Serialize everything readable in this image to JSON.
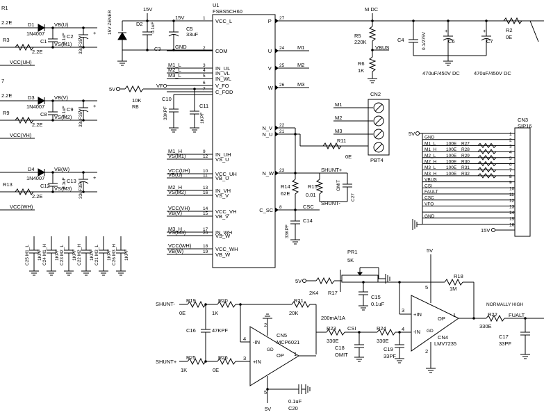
{
  "u1": {
    "ref": "U1",
    "part": "FSBS5CH60",
    "left_pins": [
      {
        "num": "1",
        "name": "VCC_L",
        "net": ""
      },
      {
        "num": "2",
        "name": "COM",
        "net": "GND"
      },
      {
        "num": "3",
        "name": "IN_UL",
        "net": "M1_L"
      },
      {
        "num": "4",
        "name": "IN_VL",
        "net": "M2_L"
      },
      {
        "num": "5",
        "name": "IN_WL",
        "net": "M3_L"
      },
      {
        "num": "6",
        "name": "V_FO",
        "net": "VFO"
      },
      {
        "num": "7",
        "name": "C_FOD",
        "net": ""
      },
      {
        "num": "9",
        "name": "IN_UH",
        "net": "M1_H"
      },
      {
        "num": "12",
        "name": "VS_U",
        "net": "VS(M1)"
      },
      {
        "num": "10",
        "name": "VCC_UH",
        "net": "VCC(UH)"
      },
      {
        "num": "11",
        "name": "VB_U",
        "net": "VB(U)"
      },
      {
        "num": "13",
        "name": "IN_VH",
        "net": "M2_H"
      },
      {
        "num": "16",
        "name": "VS_V",
        "net": "VS(M2)"
      },
      {
        "num": "14",
        "name": "VCC_VH",
        "net": "VCC(VH)"
      },
      {
        "num": "15",
        "name": "VB_V",
        "net": "VB(V)"
      },
      {
        "num": "17",
        "name": "IN_WH",
        "net": "M3_H"
      },
      {
        "num": "20",
        "name": "VS_W",
        "net": "VS(M3)"
      },
      {
        "num": "18",
        "name": "VCC_WH",
        "net": "VCC(WH)"
      },
      {
        "num": "19",
        "name": "VB_W",
        "net": "VB(W)"
      }
    ],
    "right_pins": [
      {
        "num": "27",
        "name": "P",
        "net": ""
      },
      {
        "num": "24",
        "name": "U",
        "net": "M1"
      },
      {
        "num": "25",
        "name": "V",
        "net": "M2"
      },
      {
        "num": "26",
        "name": "W",
        "net": "M3"
      },
      {
        "num": "22",
        "name": "N_V",
        "net": ""
      },
      {
        "num": "21",
        "name": "N_U",
        "net": ""
      },
      {
        "num": "23",
        "name": "N_W",
        "net": ""
      },
      {
        "num": "8",
        "name": "C_SC",
        "net": ""
      }
    ]
  },
  "cn3": {
    "ref": "CN3",
    "part": "SIP16",
    "pins": [
      {
        "num": "1",
        "net": ""
      },
      {
        "num": "2",
        "net": "GND"
      },
      {
        "num": "3",
        "net": "M1_L",
        "res": "100E",
        "rref": "R27"
      },
      {
        "num": "4",
        "net": "M1_H",
        "res": "100E",
        "rref": "R28"
      },
      {
        "num": "5",
        "net": "M2_L",
        "res": "100E",
        "rref": "R29"
      },
      {
        "num": "6",
        "net": "M2_H",
        "res": "100E",
        "rref": "R30"
      },
      {
        "num": "7",
        "net": "M3_L",
        "res": "100E",
        "rref": "R31"
      },
      {
        "num": "8",
        "net": "M3_H",
        "res": "100E",
        "rref": "R32"
      },
      {
        "num": "9",
        "net": "VBUS"
      },
      {
        "num": "10",
        "net": "CSI"
      },
      {
        "num": "11",
        "net": "FAULT"
      },
      {
        "num": "12",
        "net": "CSC"
      },
      {
        "num": "13",
        "net": "VFO"
      },
      {
        "num": "14",
        "net": ""
      },
      {
        "num": "15",
        "net": "GND"
      },
      {
        "num": "16",
        "net": ""
      }
    ],
    "pin1_supply": "5V",
    "pin16_supply": "15V"
  },
  "cn2": {
    "ref": "CN2",
    "part": "PBT4",
    "nets": [
      "M1",
      "M2",
      "M3"
    ]
  },
  "bootstrap": [
    {
      "r_top": "R1",
      "r_top_val": "2.2E",
      "diode": "D1",
      "diode_part": "1N4007",
      "vb": "VB(U)",
      "cap_a": "C1",
      "cap_a_val": "0.1uF",
      "cap_b": "C2",
      "cap_b_val": "33uF35V",
      "r_bot": "R3",
      "r_bot_val": "2.2E",
      "vs": "VS(M1)",
      "vcc": "VCC(UH)"
    },
    {
      "r_top": "7",
      "r_top_val": "2.2E",
      "diode": "D3",
      "diode_part": "1N4007",
      "vb": "VB(V)",
      "cap_a": "C8",
      "cap_a_val": "0.1uF",
      "cap_b": "C9",
      "cap_b_val": "33uF35V",
      "r_bot": "R9",
      "r_bot_val": "2.2E",
      "vs": "VS(M2)",
      "vcc": "VCC(VH)"
    },
    {
      "r_top": "",
      "r_top_val": "",
      "diode": "D4",
      "diode_part": "1N4007",
      "vb": "VB(W)",
      "cap_a": "C12",
      "cap_a_val": "0.1uF",
      "cap_b": "C13",
      "cap_b_val": "33uF35V",
      "r_bot": "R13",
      "r_bot_val": "2.2E",
      "vs": "VS(M3)",
      "vcc": "VCC(WH)"
    }
  ],
  "supply": {
    "rail": "15V",
    "zener_label": "15V ZENER",
    "d2": "D2",
    "c3": "C3",
    "c3_val": "0.1uF",
    "c5": "C5",
    "c5_val": "33uF",
    "net_15v": "15V",
    "net_gnd": "GND"
  },
  "fo": {
    "supply": "5V",
    "r": "R8",
    "r_val": "10K",
    "net": "VFO",
    "c10": "C10",
    "c10_val": "33KPF",
    "c11": "C11",
    "c11_val": "1KPF"
  },
  "dc_bus": {
    "label": "M DC",
    "r5": "R5",
    "r5_val": "220K",
    "vbus": "VBUS",
    "r6": "R6",
    "r6_val": "1K",
    "c4": "C4",
    "c4_val": "0.1/275V",
    "c6": "C6",
    "c7": "C7",
    "c6_val": "470uF/450V DC",
    "c7_val": "470uF/450V DC",
    "r2": "R2",
    "r2_val": "0E"
  },
  "shunt": {
    "r14": "R14",
    "r14_val": "62E",
    "r15": "R15",
    "r15_val": "0.01",
    "c27": "C27",
    "c27_val": "OMIT",
    "shunt_p": "SHUNT+",
    "shunt_m": "SHUNT-",
    "csc": "CSC",
    "c14": "C14",
    "c14_val": "33KPF",
    "r11": "R11",
    "r11_val": "0E"
  },
  "filter_caps": [
    {
      "ref": "C25",
      "net": "M1_L",
      "val": "1KPF"
    },
    {
      "ref": "C24",
      "net": "M1_H",
      "val": "1KPF"
    },
    {
      "ref": "C23",
      "net": "M2_L",
      "val": "1KPF"
    },
    {
      "ref": "C22",
      "net": "M2_H",
      "val": "1KPF"
    },
    {
      "ref": "C21",
      "net": "M3_L",
      "val": "1KPF"
    },
    {
      "ref": "C26",
      "net": "M3_H",
      "val": "1KPF"
    }
  ],
  "amp": {
    "shunt_m_in": "SHUNT-",
    "shunt_p_in": "SHUNT+",
    "r19": "R19",
    "r19_val": "0E",
    "r20": "R20",
    "r20_val": "1K",
    "r25": "R25",
    "r25_val": "1K",
    "r26": "R26",
    "r26_val": "0E",
    "c16": "C16",
    "c16_val": "47KPF",
    "r21": "R21",
    "r21_val": "20K",
    "cn5": "CN5",
    "cn5_part": "MCP6021",
    "supply": "5V",
    "c20": "C20",
    "c20_val": "0.1uF",
    "range": "200mA/1A",
    "r23": "R23",
    "r23_val": "330E",
    "csi": "CSI",
    "c18": "C18",
    "c18_val": "OMIT"
  },
  "comparator": {
    "pr1": "PR1",
    "pr1_val": "5K",
    "supply": "5V",
    "r17": "R17",
    "r17_val": "2K4",
    "c15": "C15",
    "c15_val": "0.1uF",
    "r24": "R24",
    "r24_val": "330E",
    "c19": "C19",
    "c19_val": "33PF",
    "r18": "R18",
    "r18_val": "1M",
    "cn4": "CN4",
    "cn4_part": "LMV7235",
    "note": "NORMALLY HIGH",
    "r22": "R22",
    "r22_val": "330E",
    "fault": "FUALT",
    "c17": "C17",
    "c17_val": "33PF"
  }
}
